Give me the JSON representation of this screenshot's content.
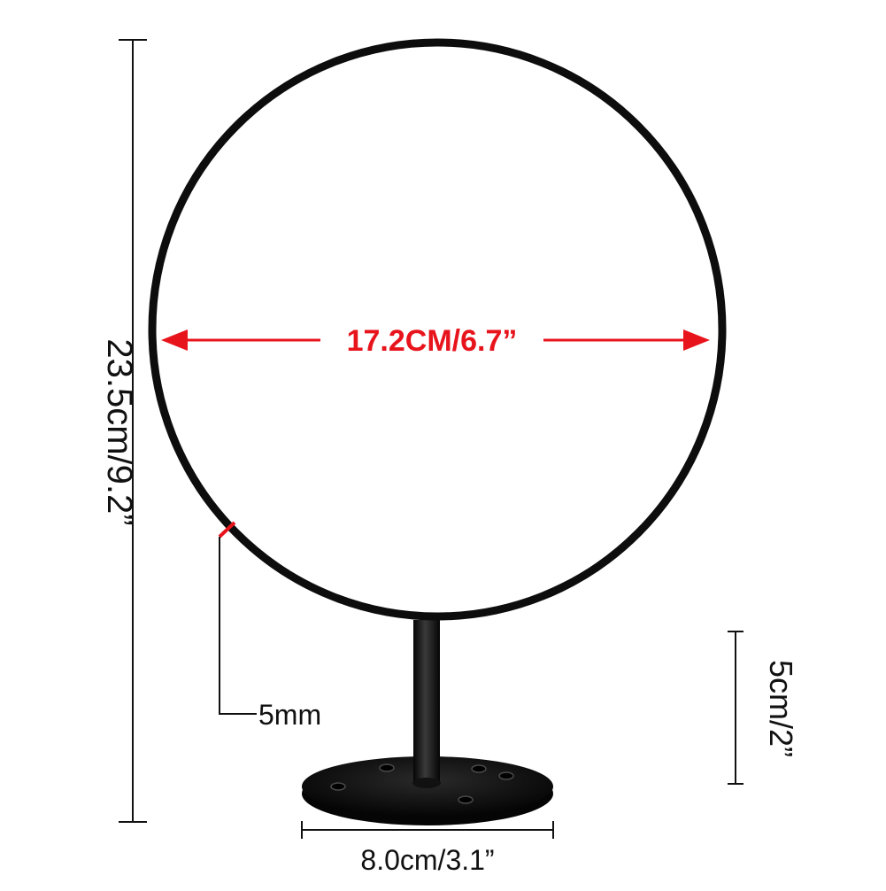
{
  "diagram": {
    "height_label": "23.5cm/9.2”",
    "diameter_label": "17.2CM/6.7”",
    "wire_thickness_label": "5mm",
    "stem_height_label": "5cm/2”",
    "base_width_label": "8.0cm/3.1”"
  },
  "colors": {
    "background": "#ffffff",
    "ring_metal": "#0d0d0d",
    "dimension_line": "#111111",
    "diameter_accent": "#e8141c",
    "label_text": "#111111"
  }
}
